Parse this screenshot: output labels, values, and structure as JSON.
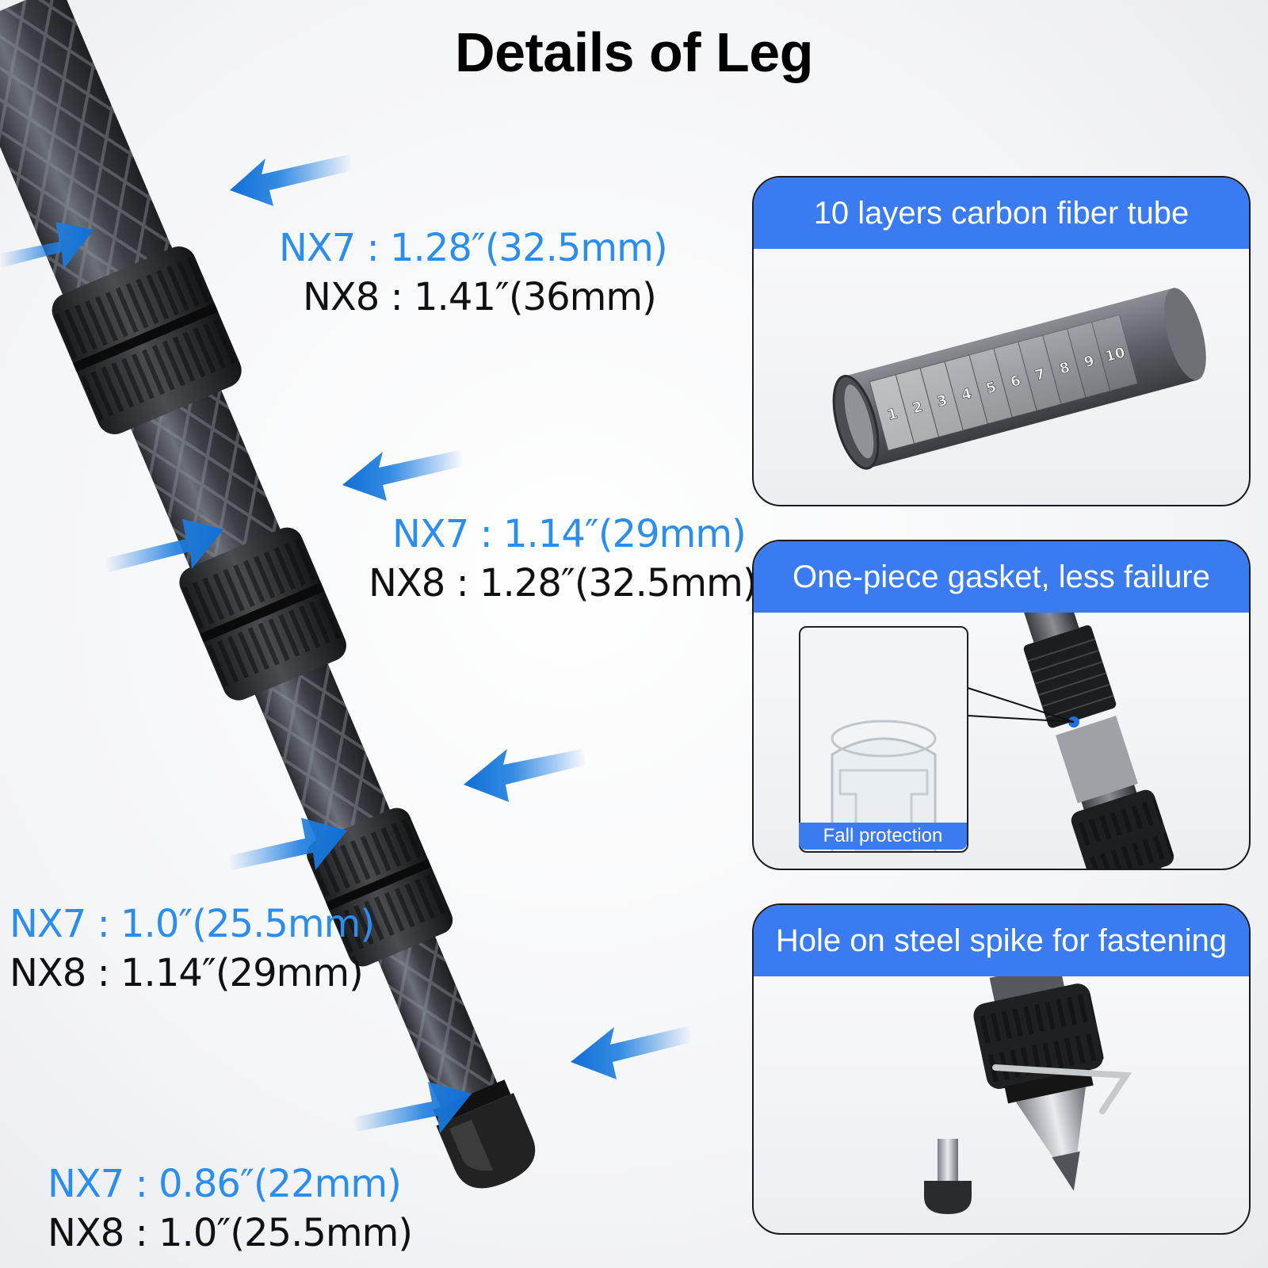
{
  "title": "Details of Leg",
  "specs": [
    {
      "nx7": "NX7 : 1.28″(32.5mm)",
      "nx8": "NX8 : 1.41″(36mm)"
    },
    {
      "nx7": "NX7 : 1.14″(29mm)",
      "nx8": "NX8 : 1.28″(32.5mm)"
    },
    {
      "nx7": "NX7 : 1.0″(25.5mm)",
      "nx8": "NX8 : 1.14″(29mm)"
    },
    {
      "nx7": "NX7 : 0.86″(22mm)",
      "nx8": "NX8 : 1.0″(25.5mm)"
    }
  ],
  "cards": [
    {
      "heading": "10 layers carbon fiber tube",
      "layers": [
        "1",
        "2",
        "3",
        "4",
        "5",
        "6",
        "7",
        "8",
        "9",
        "10"
      ]
    },
    {
      "heading": "One-piece gasket, less failure",
      "inset_label": "Fall protection"
    },
    {
      "heading": "Hole on steel spike for fastening"
    }
  ],
  "colors": {
    "accent": "#3b7bf2",
    "nx7_text": "#2a8ef0",
    "arrow": "#1f7fe0"
  }
}
